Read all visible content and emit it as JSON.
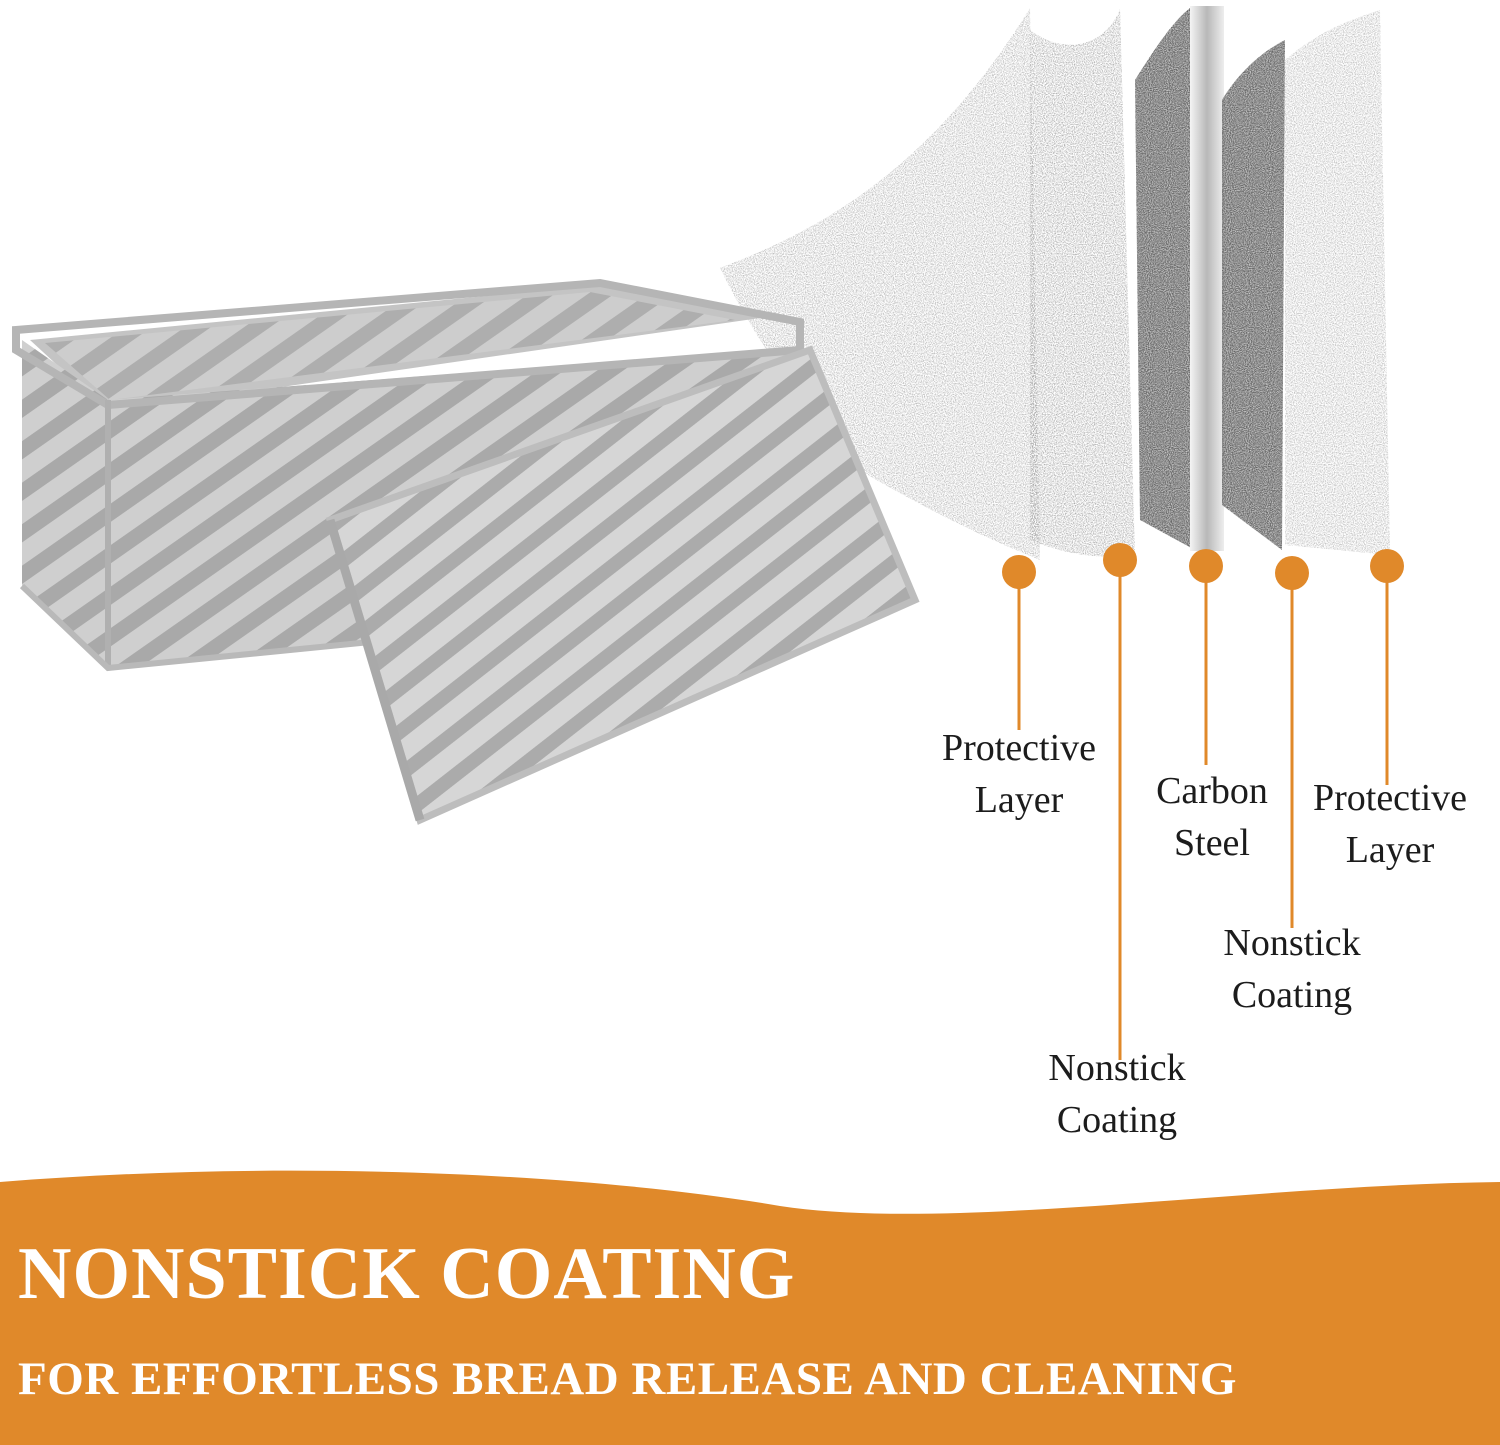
{
  "layers": [
    {
      "line1": "Protective",
      "line2": "Layer"
    },
    {
      "line1": "Nonstick",
      "line2": "Coating"
    },
    {
      "line1": "Carbon",
      "line2": "Steel"
    },
    {
      "line1": "Nonstick",
      "line2": "Coating"
    },
    {
      "line1": "Protective",
      "line2": "Layer"
    }
  ],
  "banner": {
    "title": "NONSTICK COATING",
    "subtitle": "FOR EFFORTLESS BREAD RELEASE AND CLEANING"
  },
  "colors": {
    "accent": "#e0892a",
    "banner": "#e0892a",
    "pan": "#c9c9c9",
    "text": "#1c1c1c"
  },
  "icons": {
    "pan": "loaf-pan-icon",
    "lid": "pan-lid-icon",
    "layers": "layer-stack-icon"
  }
}
